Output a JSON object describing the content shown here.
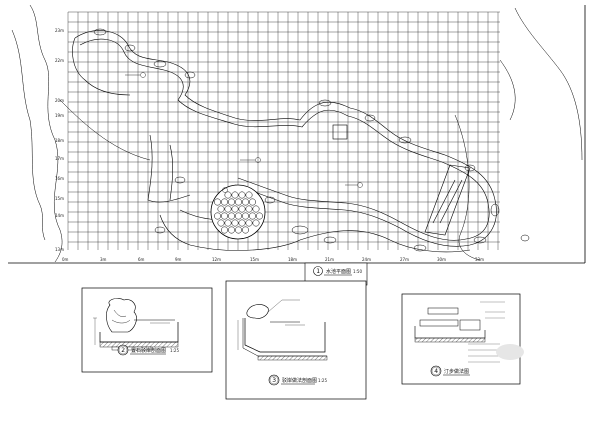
{
  "plan": {
    "row_labels": [
      "23m",
      "22m",
      "20m",
      "19m",
      "18m",
      "17m",
      "16m",
      "15m",
      "14m",
      "13m"
    ],
    "col_labels": [
      "0m",
      "3m",
      "6m",
      "9m",
      "12m",
      "15m",
      "18m",
      "21m",
      "24m",
      "27m",
      "30m",
      "33m"
    ],
    "title_number": "1",
    "title": "水池平面图",
    "scale": "1:50"
  },
  "details": [
    {
      "number": "2",
      "title": "置石驳岸剖面图",
      "scale": "1:25"
    },
    {
      "number": "3",
      "title": "驳岸做法剖面图",
      "scale": "1:25"
    },
    {
      "number": "4",
      "title": "汀步做法图",
      "scale": ""
    }
  ]
}
